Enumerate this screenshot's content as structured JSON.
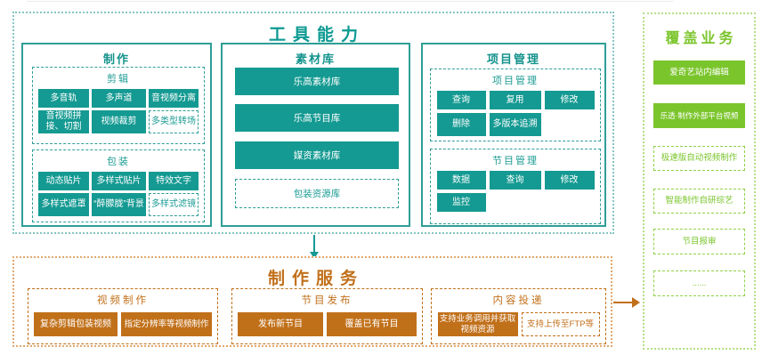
{
  "colors": {
    "teal": "#149a92",
    "teal_border": "#2f9e97",
    "orange": "#c1701a",
    "green": "#7bc52c"
  },
  "tools": {
    "title": "工具能力",
    "production": {
      "title": "制作",
      "edit_group": {
        "label": "剪辑",
        "cells": [
          {
            "label": "多音轨",
            "variant": "solid"
          },
          {
            "label": "多声道",
            "variant": "solid"
          },
          {
            "label": "音视频分离",
            "variant": "solid"
          },
          {
            "label": "音视频拼接、切割",
            "variant": "solid"
          },
          {
            "label": "视频裁剪",
            "variant": "solid"
          },
          {
            "label": "多类型转场",
            "variant": "dashed"
          }
        ]
      },
      "package_group": {
        "label": "包装",
        "cells": [
          {
            "label": "动态贴片",
            "variant": "solid"
          },
          {
            "label": "多样式贴片",
            "variant": "solid"
          },
          {
            "label": "特效文字",
            "variant": "solid"
          },
          {
            "label": "多样式遮罩",
            "variant": "solid"
          },
          {
            "label": "“醉朦胧”背景",
            "variant": "solid"
          },
          {
            "label": "多样式滤镜",
            "variant": "dashed"
          }
        ]
      }
    },
    "library": {
      "title": "素材库",
      "items": [
        {
          "label": "乐高素材库",
          "variant": "solid"
        },
        {
          "label": "乐高节目库",
          "variant": "solid"
        },
        {
          "label": "媒资素材库",
          "variant": "solid"
        },
        {
          "label": "包装资源库",
          "variant": "dashed"
        }
      ]
    },
    "project": {
      "title": "项目管理",
      "project_group": {
        "label": "项目管理",
        "cells": [
          {
            "label": "查询",
            "variant": "solid"
          },
          {
            "label": "复用",
            "variant": "solid"
          },
          {
            "label": "修改",
            "variant": "solid"
          },
          {
            "label": "删除",
            "variant": "solid"
          },
          {
            "label": "多版本追溯",
            "variant": "solid"
          }
        ]
      },
      "program_group": {
        "label": "节目管理",
        "cells": [
          {
            "label": "数据",
            "variant": "solid"
          },
          {
            "label": "查询",
            "variant": "solid"
          },
          {
            "label": "修改",
            "variant": "solid"
          },
          {
            "label": "监控",
            "variant": "solid"
          }
        ]
      }
    }
  },
  "services": {
    "title": "制作服务",
    "video_group": {
      "label": "视频制作",
      "cells": [
        {
          "label": "复杂剪辑包装视频",
          "variant": "solid"
        },
        {
          "label": "指定分辨率等视频制作",
          "variant": "solid"
        }
      ]
    },
    "publish_group": {
      "label": "节目发布",
      "cells": [
        {
          "label": "发布新节目",
          "variant": "solid"
        },
        {
          "label": "覆盖已有节目",
          "variant": "solid"
        }
      ]
    },
    "delivery_group": {
      "label": "内容投递",
      "cells": [
        {
          "label": "支持业务调用并获取视频资源",
          "variant": "solid"
        },
        {
          "label": "支持上传至FTP等",
          "variant": "dashed"
        }
      ]
    }
  },
  "business": {
    "title": "覆盖业务",
    "items": [
      {
        "label": "爱奇艺站内编辑",
        "variant": "solid"
      },
      {
        "label": "乐透·制作外部平台视频",
        "variant": "solid"
      },
      {
        "label": "极速版自动视频制作",
        "variant": "dashed"
      },
      {
        "label": "智能制作自研综艺",
        "variant": "dashed"
      },
      {
        "label": "节目报审",
        "variant": "dashed"
      },
      {
        "label": "......",
        "variant": "dashed"
      }
    ]
  }
}
